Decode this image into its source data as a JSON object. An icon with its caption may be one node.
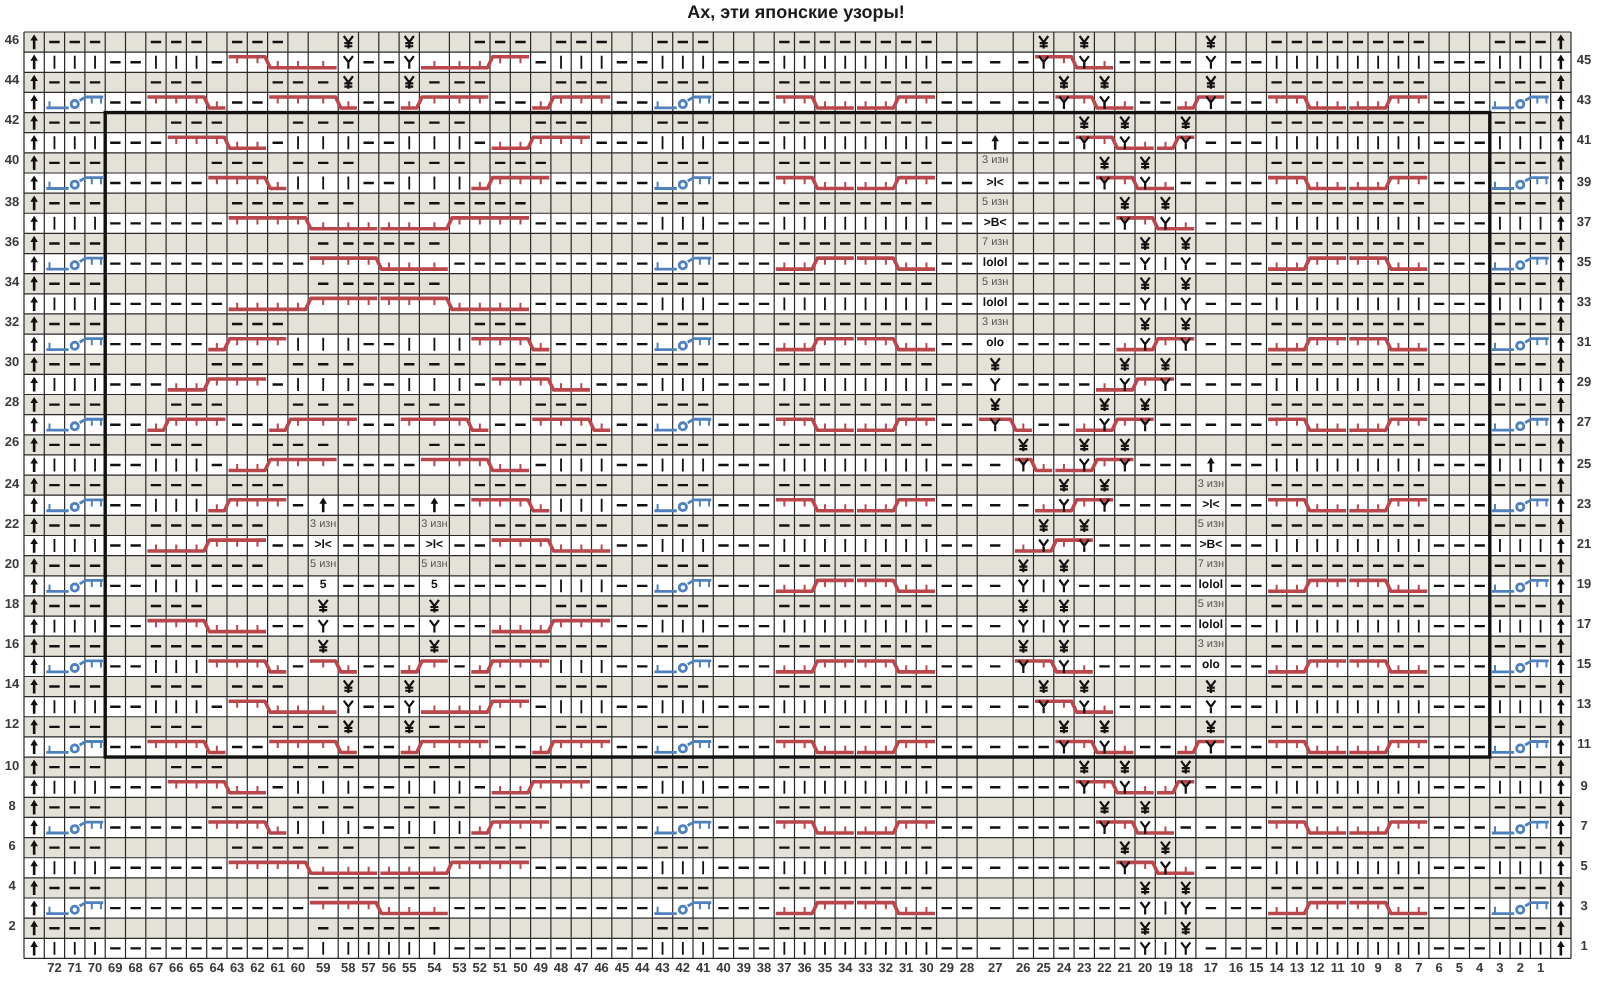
{
  "diagram": {
    "title": "Ах, эти японские узоры!",
    "labels": [
      "46",
      "45",
      "44",
      "43",
      "42",
      "41",
      "40",
      "3 изн",
      ">l<",
      "39",
      "38",
      "5 изн",
      ">B<",
      "37",
      "36",
      "7 изн",
      "lolol",
      "35",
      "34",
      "5 изн",
      "lolol",
      "33",
      "32",
      "3 изн",
      "olo",
      "31",
      "30",
      "29",
      "28",
      "27",
      "26",
      "25",
      "24",
      "3 изн",
      ">l<",
      "23",
      "22",
      "3 изн",
      "3 изн",
      "5 изн",
      ">l<",
      ">l<",
      ">B<",
      "21",
      "20",
      "5 изн",
      "5 изн",
      "7 изн",
      "5",
      "5",
      "lolol",
      "19",
      "18",
      "5 изн",
      "lolol",
      "17",
      "16",
      "3 изн",
      "olo",
      "15",
      "14",
      "13",
      "12",
      "11",
      "10",
      "9",
      "8",
      "7",
      "6",
      "5",
      "4",
      "3",
      "2",
      "1",
      "72",
      "71",
      "70",
      "69",
      "68",
      "67",
      "66",
      "65",
      "64",
      "63",
      "62",
      "61",
      "60",
      "59",
      "58",
      "57",
      "56",
      "55",
      "54",
      "53",
      "52",
      "51",
      "50",
      "49",
      "48",
      "47",
      "46",
      "45",
      "44",
      "43",
      "42",
      "41",
      "40",
      "39",
      "38",
      "37",
      "36",
      "35",
      "34",
      "33",
      "32",
      "31",
      "30",
      "29",
      "28",
      "27",
      "26",
      "25",
      "24",
      "23",
      "22",
      "21",
      "20",
      "19",
      "18",
      "17",
      "16",
      "15",
      "14",
      "13",
      "12",
      "11",
      "10",
      "9",
      "8",
      "7",
      "6",
      "5",
      "4",
      "3",
      "2",
      "1"
    ]
  }
}
